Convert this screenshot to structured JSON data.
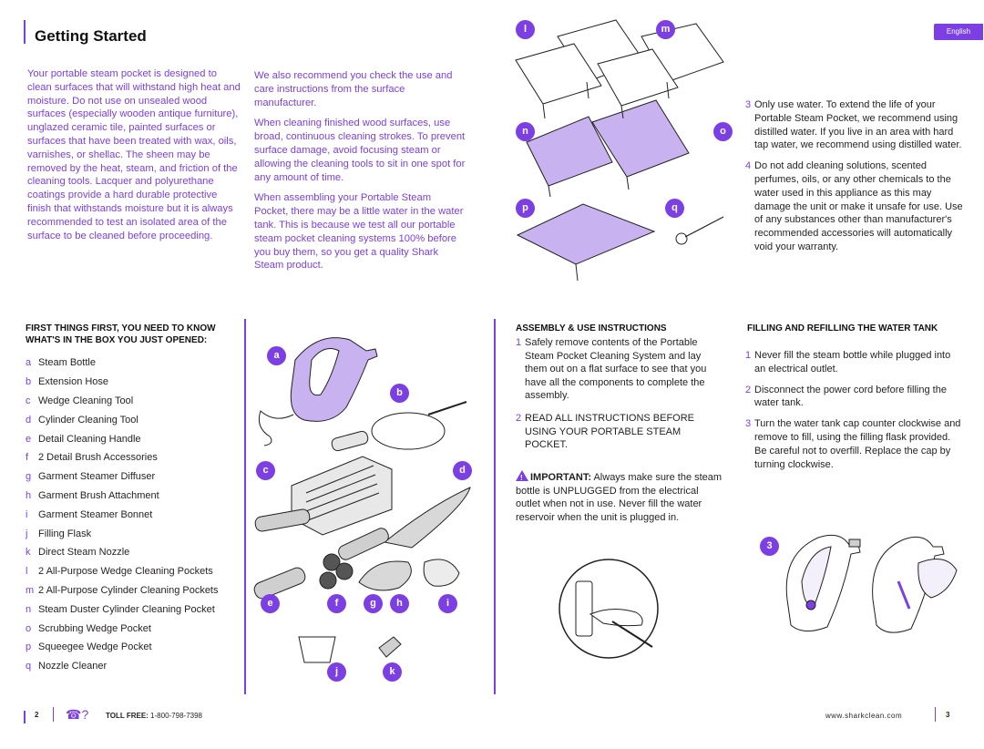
{
  "header": {
    "title": "Getting Started",
    "language": "English"
  },
  "intro": {
    "col1": "Your portable steam pocket is designed to clean surfaces that will withstand high heat and moisture. Do not use on unsealed wood surfaces (especially wooden antique furniture), unglazed ceramic tile, painted surfaces or surfaces that have been treated with wax, oils, varnishes, or shellac. The sheen may be removed by the heat, steam, and friction of the cleaning tools. Lacquer and polyurethane coatings provide a hard durable protective finish that withstands moisture but it is always recommended to test an isolated area of the surface to be cleaned before proceeding.",
    "col2_p1": "We also recommend you check the use and care instructions from the surface manufacturer.",
    "col2_p2": "When cleaning finished wood surfaces, use broad, continuous cleaning strokes. To prevent surface damage, avoid focusing steam or allowing the cleaning tools to sit in one spot for any amount of time.",
    "col2_p3": "When assembling your Portable Steam Pocket, there may be a little water in the water tank. This is because we test all our portable steam pocket cleaning systems 100% before you buy them, so you get a quality Shark Steam product."
  },
  "box_contents": {
    "heading": "FIRST THINGS FIRST, YOU NEED TO KNOW WHAT'S IN THE BOX YOU JUST OPENED:",
    "items": [
      {
        "letter": "a",
        "label": "Steam Bottle"
      },
      {
        "letter": "b",
        "label": "Extension Hose"
      },
      {
        "letter": "c",
        "label": "Wedge Cleaning Tool"
      },
      {
        "letter": "d",
        "label": "Cylinder Cleaning Tool"
      },
      {
        "letter": "e",
        "label": "Detail Cleaning Handle"
      },
      {
        "letter": "f",
        "label": "2 Detail Brush Accessories"
      },
      {
        "letter": "g",
        "label": "Garment Steamer Diffuser"
      },
      {
        "letter": "h",
        "label": "Garment Brush Attachment"
      },
      {
        "letter": "i",
        "label": "Garment Steamer Bonnet"
      },
      {
        "letter": "j",
        "label": "Filling Flask"
      },
      {
        "letter": "k",
        "label": "Direct Steam Nozzle"
      },
      {
        "letter": "l",
        "label": "2 All-Purpose Wedge Cleaning Pockets"
      },
      {
        "letter": "m",
        "label": "2 All-Purpose Cylinder Cleaning Pockets"
      },
      {
        "letter": "n",
        "label": "Steam Duster Cylinder Cleaning Pocket"
      },
      {
        "letter": "o",
        "label": "Scrubbing Wedge Pocket"
      },
      {
        "letter": "p",
        "label": "Squeegee Wedge Pocket"
      },
      {
        "letter": "q",
        "label": "Nozzle Cleaner"
      }
    ]
  },
  "callouts": {
    "a": "a",
    "b": "b",
    "c": "c",
    "d": "d",
    "e": "e",
    "f": "f",
    "g": "g",
    "h": "h",
    "i": "i",
    "j": "j",
    "k": "k",
    "l": "l",
    "m": "m",
    "n": "n",
    "o": "o",
    "p": "p",
    "q": "q",
    "three": "3"
  },
  "assembly": {
    "heading": "ASSEMBLY & USE INSTRUCTIONS",
    "steps": [
      {
        "num": "1",
        "text": "Safely remove contents of the Portable Steam Pocket Cleaning System and lay them out on a flat surface to see that you have all the components to complete the assembly."
      },
      {
        "num": "2",
        "text": "READ ALL INSTRUCTIONS BEFORE USING YOUR PORTABLE STEAM POCKET."
      }
    ],
    "important_label": "IMPORTANT:",
    "important_text": " Always make sure the steam bottle is UNPLUGGED from the electrical outlet when not in use. Never fill the water reservoir when the unit is plugged in.",
    "warn_glyph": "!"
  },
  "right_steps": [
    {
      "num": "3",
      "text": "Only use water. To extend the life of your Portable Steam Pocket, we recommend using distilled water. If you live in an area with hard tap water, we recommend using distilled water."
    },
    {
      "num": "4",
      "text": "Do not add cleaning solutions, scented perfumes, oils, or any other chemicals to the water used in this appliance as this may damage the unit or make it unsafe for use. Use of any substances other than manufacturer's recommended accessories will automatically void your warranty."
    }
  ],
  "filling": {
    "heading": "FILLING AND REFILLING THE WATER TANK",
    "steps": [
      {
        "num": "1",
        "text": "Never fill the steam bottle while plugged into an electrical outlet."
      },
      {
        "num": "2",
        "text": "Disconnect the power cord before filling the water tank."
      },
      {
        "num": "3",
        "text": "Turn the water tank cap counter clockwise and remove to fill, using the filling flask provided. Be careful not to overfill. Replace the cap by turning clockwise."
      }
    ]
  },
  "footer": {
    "left_page": "2",
    "phone_glyph": "☎?",
    "toll_free_label": "TOLL FREE:",
    "toll_free_number": " 1-800-798-7398",
    "website": "www.sharkclean.com",
    "right_page": "3"
  },
  "colors": {
    "accent": "#7b3fe4",
    "pocket_fill": "#c8b3f0",
    "text": "#231f20"
  }
}
